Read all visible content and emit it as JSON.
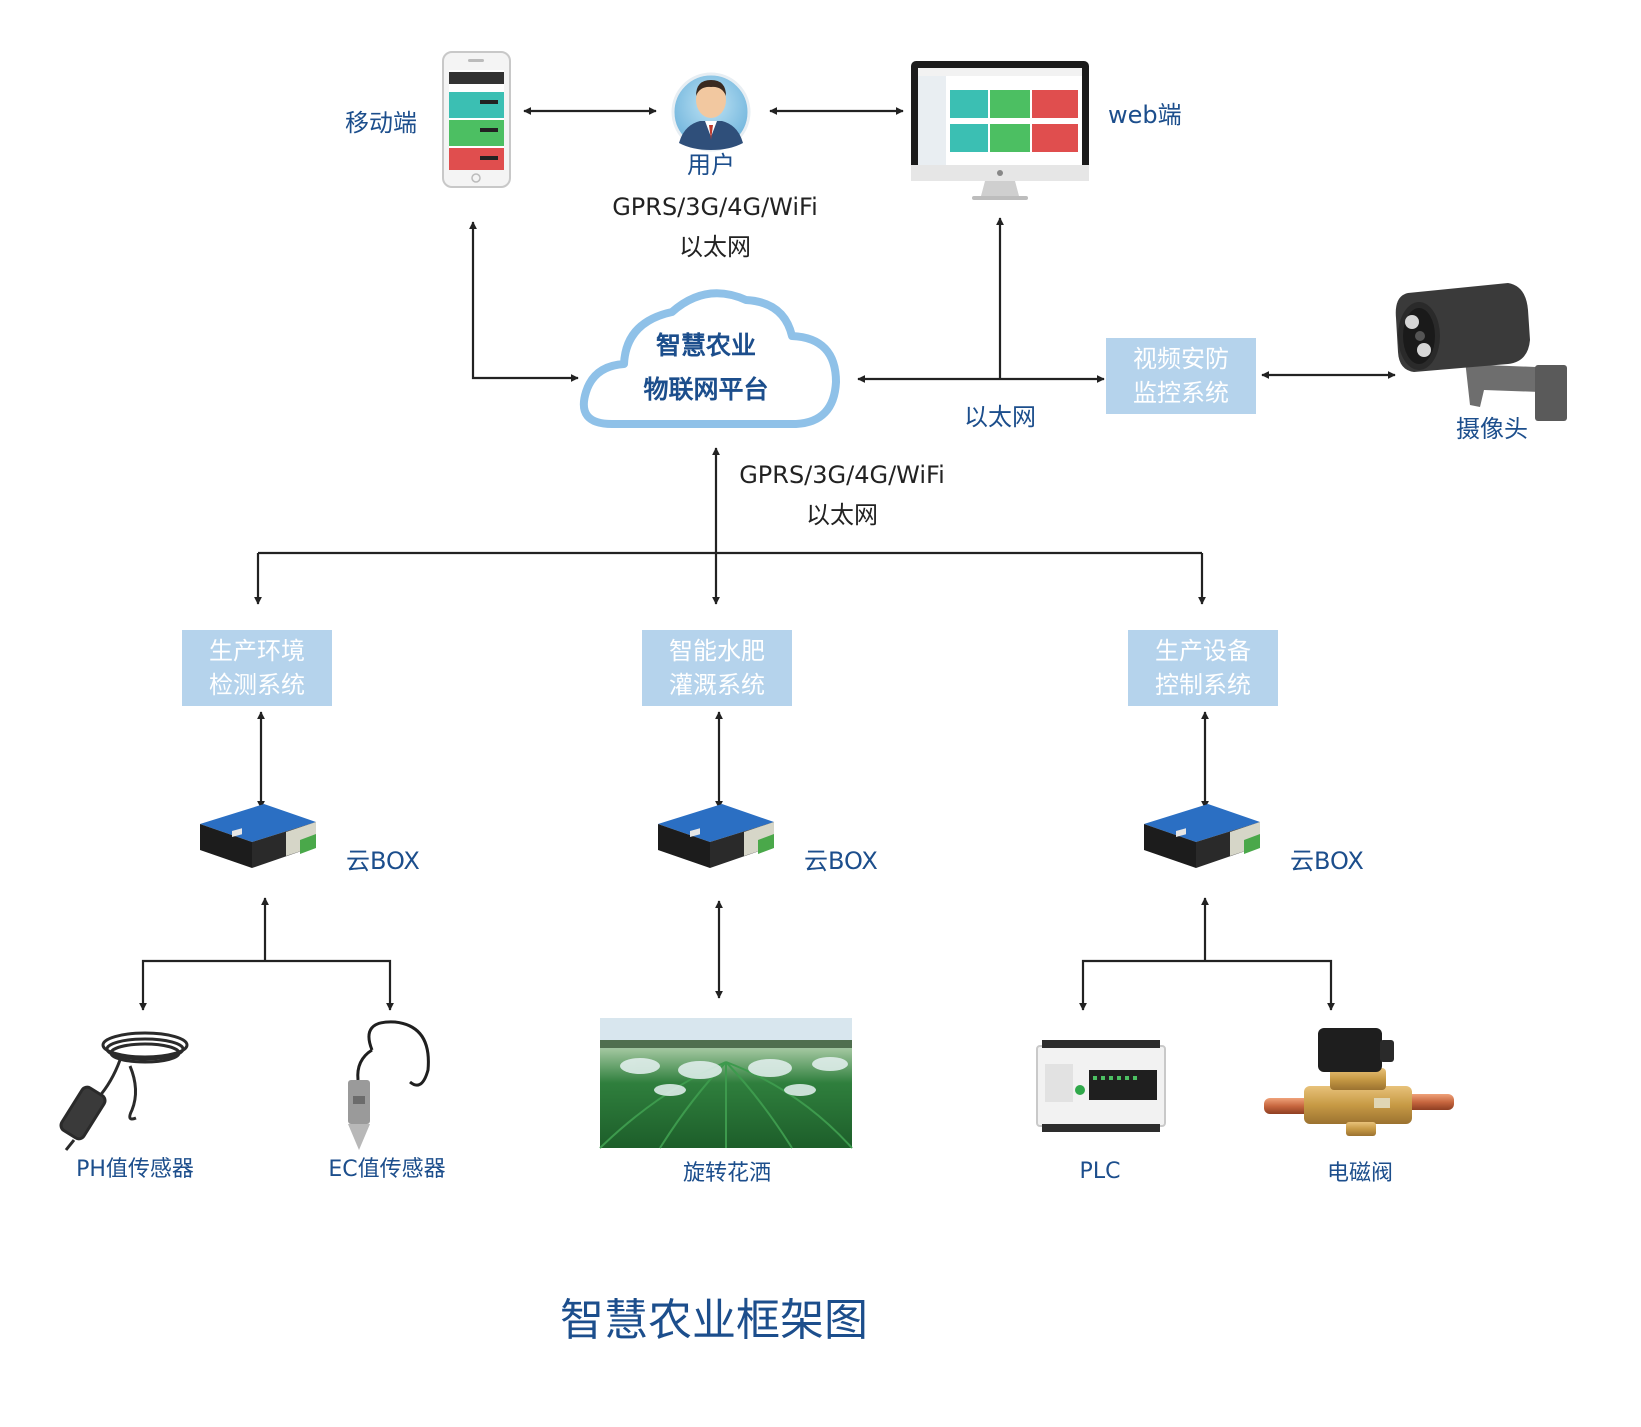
{
  "top": {
    "mobile_label": "移动端",
    "user_label": "用户",
    "web_label": "web端",
    "link1_line1": "GPRS/3G/4G/WiFi",
    "link1_line2": "以太网"
  },
  "cloud": {
    "line1": "智慧农业",
    "line2": "物联网平台"
  },
  "video": {
    "line1": "视频安防",
    "line2": "监控系统",
    "link_label": "以太网",
    "camera_label": "摄像头"
  },
  "link2_line1": "GPRS/3G/4G/WiFi",
  "link2_line2": "以太网",
  "systems": [
    {
      "line1": "生产环境",
      "line2": "检测系统",
      "gateway": "云BOX"
    },
    {
      "line1": "智能水肥",
      "line2": "灌溉系统",
      "gateway": "云BOX"
    },
    {
      "line1": "生产设备",
      "line2": "控制系统",
      "gateway": "云BOX"
    }
  ],
  "devices": {
    "ph": "PH值传感器",
    "ec": "EC值传感器",
    "sprinkler": "旋转花洒",
    "plc": "PLC",
    "valve": "电磁阀"
  },
  "title": "智慧农业框架图",
  "colors": {
    "blue": "#1c4e8c",
    "box": "#b5d3ec",
    "cloud_border": "#8fc1e8",
    "arrow": "#222222"
  },
  "icons": [
    "phone-icon",
    "user-avatar-icon",
    "monitor-icon",
    "cloud-icon",
    "camera-icon",
    "cloud-box-icon",
    "ph-sensor-icon",
    "ec-sensor-icon",
    "sprinkler-field-image",
    "plc-icon",
    "solenoid-valve-icon"
  ]
}
